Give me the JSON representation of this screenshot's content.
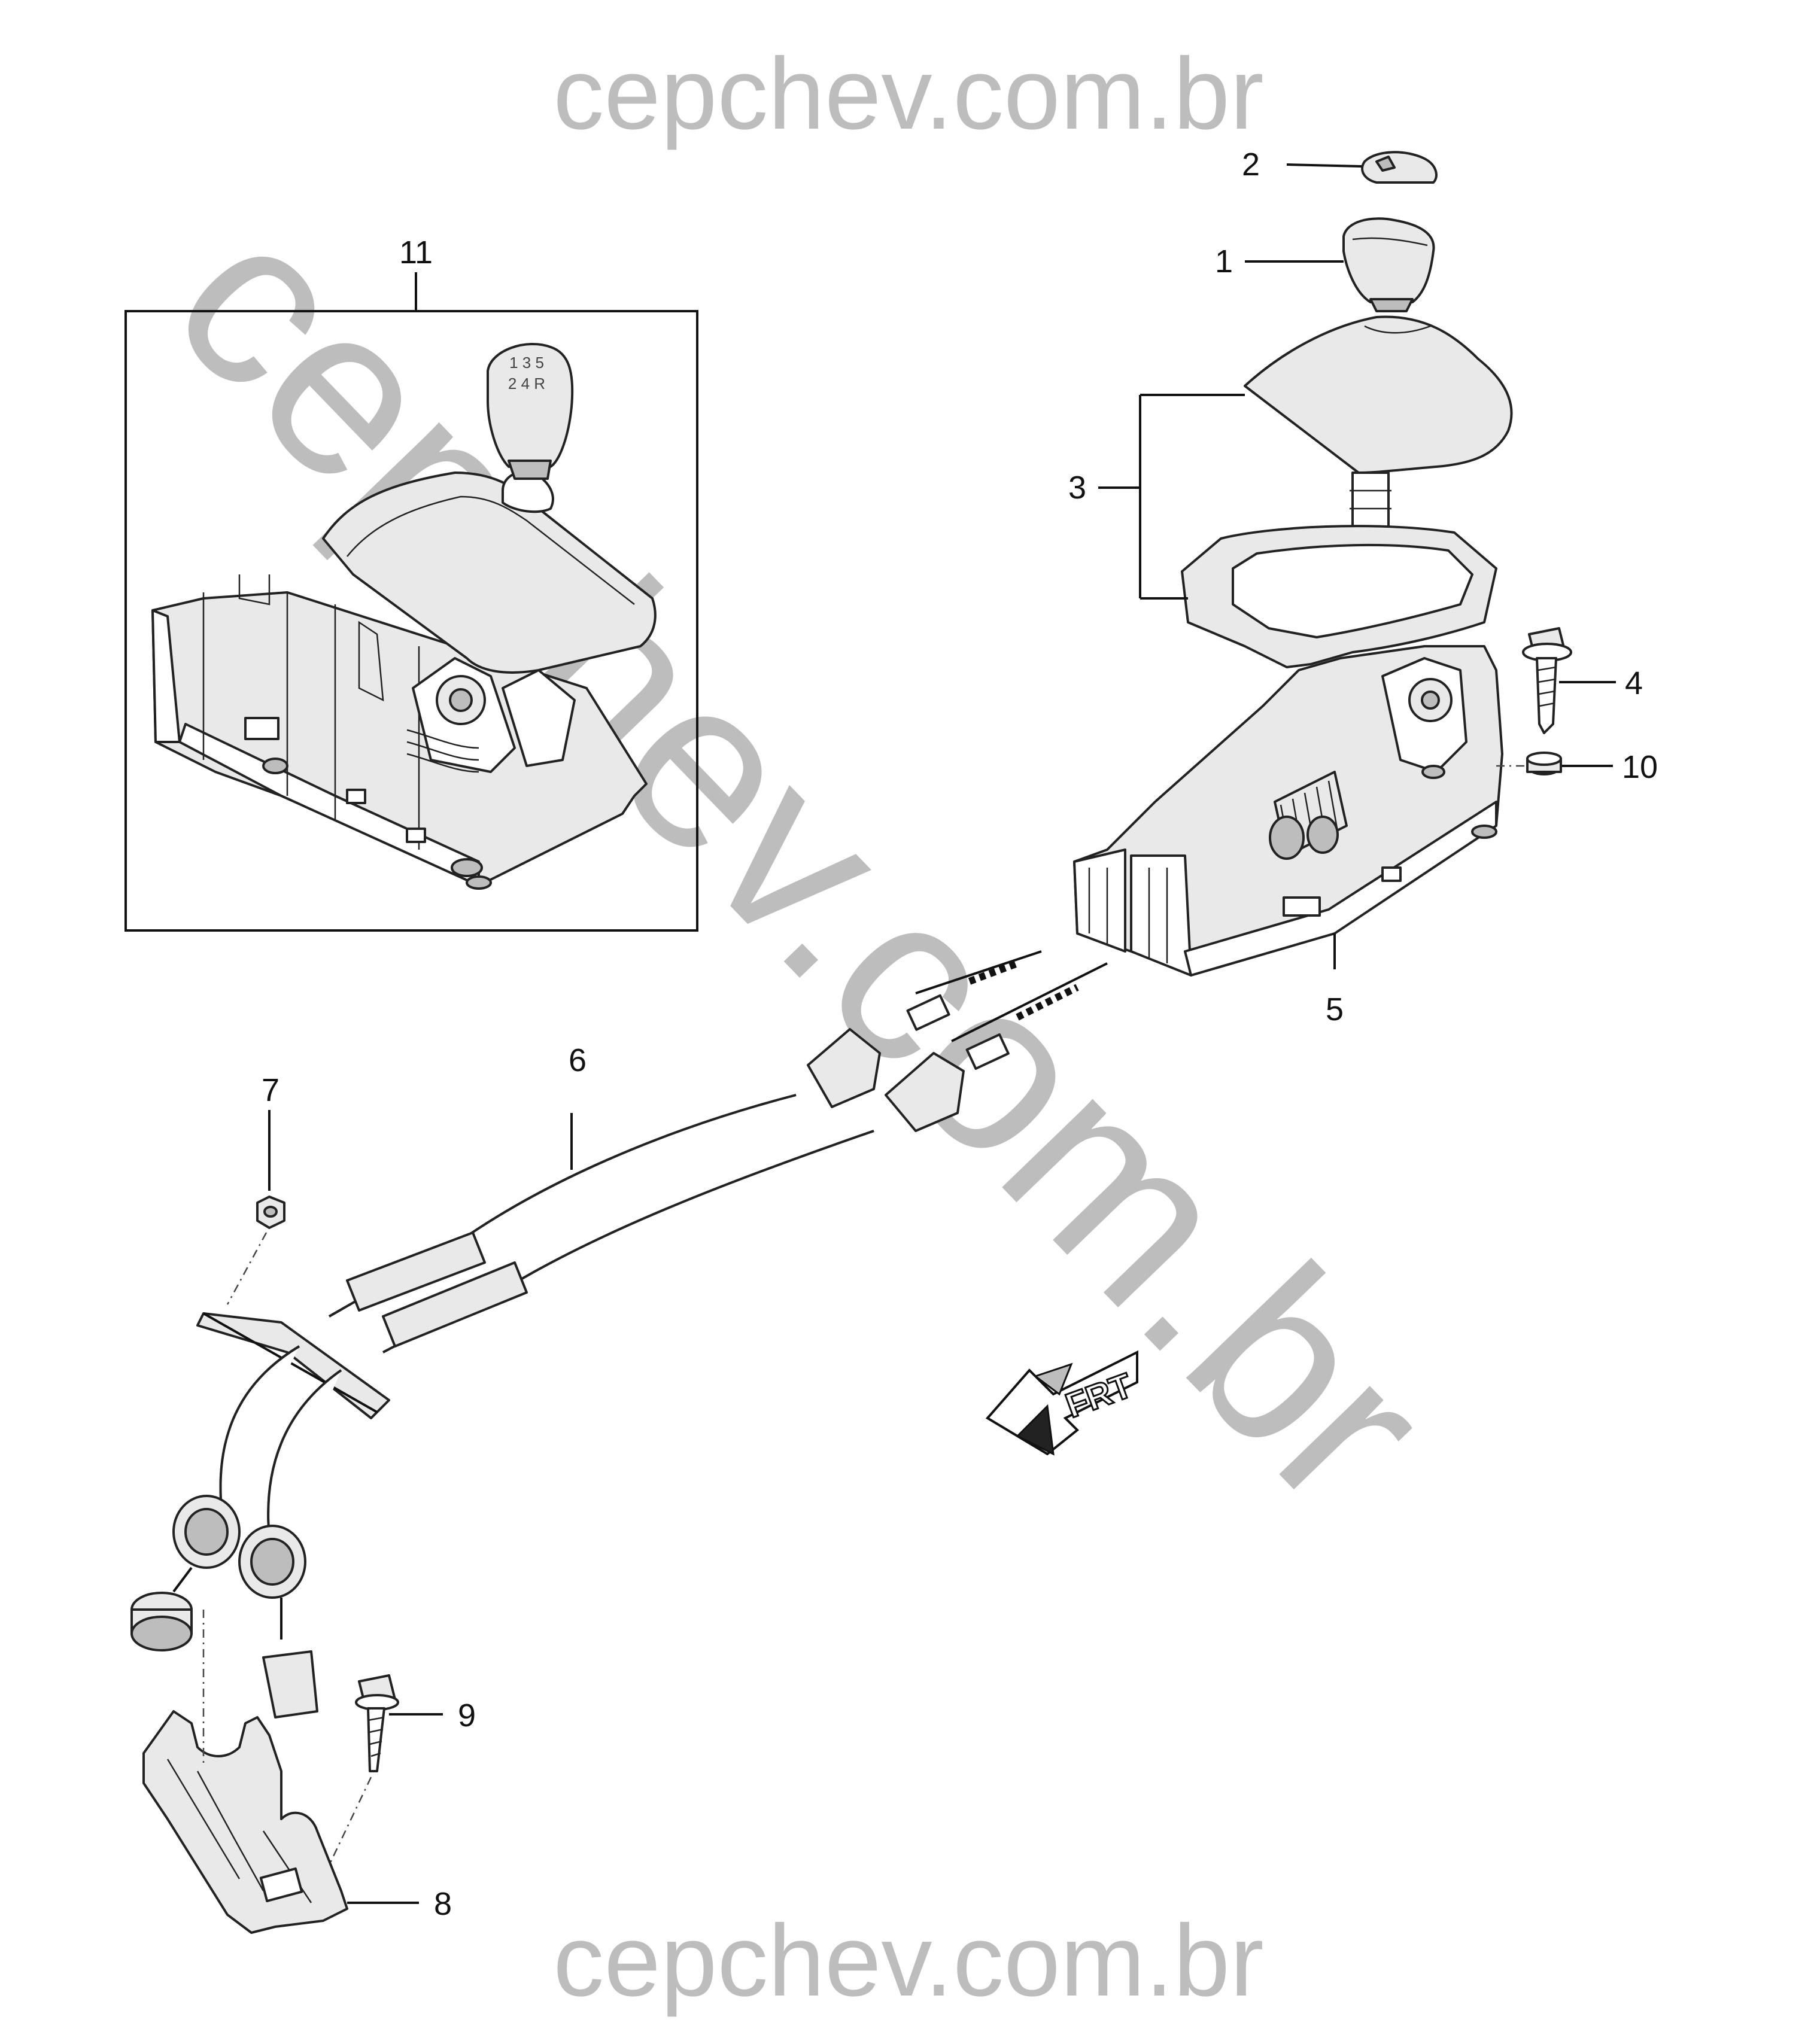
{
  "watermark": {
    "top": "cepchev.com.br",
    "bottom": "cepchev.com.br",
    "diagonal": "cepchev.com.br",
    "color": "#bdbdbd"
  },
  "callouts": [
    {
      "id": "1",
      "label": "1"
    },
    {
      "id": "2",
      "label": "2"
    },
    {
      "id": "3",
      "label": "3"
    },
    {
      "id": "4",
      "label": "4"
    },
    {
      "id": "5",
      "label": "5"
    },
    {
      "id": "6",
      "label": "6"
    },
    {
      "id": "7",
      "label": "7"
    },
    {
      "id": "8",
      "label": "8"
    },
    {
      "id": "9",
      "label": "9"
    },
    {
      "id": "10",
      "label": "10"
    },
    {
      "id": "11",
      "label": "11"
    }
  ],
  "direction_marker": {
    "label": "FRT",
    "icon": "forward-arrow-icon"
  }
}
